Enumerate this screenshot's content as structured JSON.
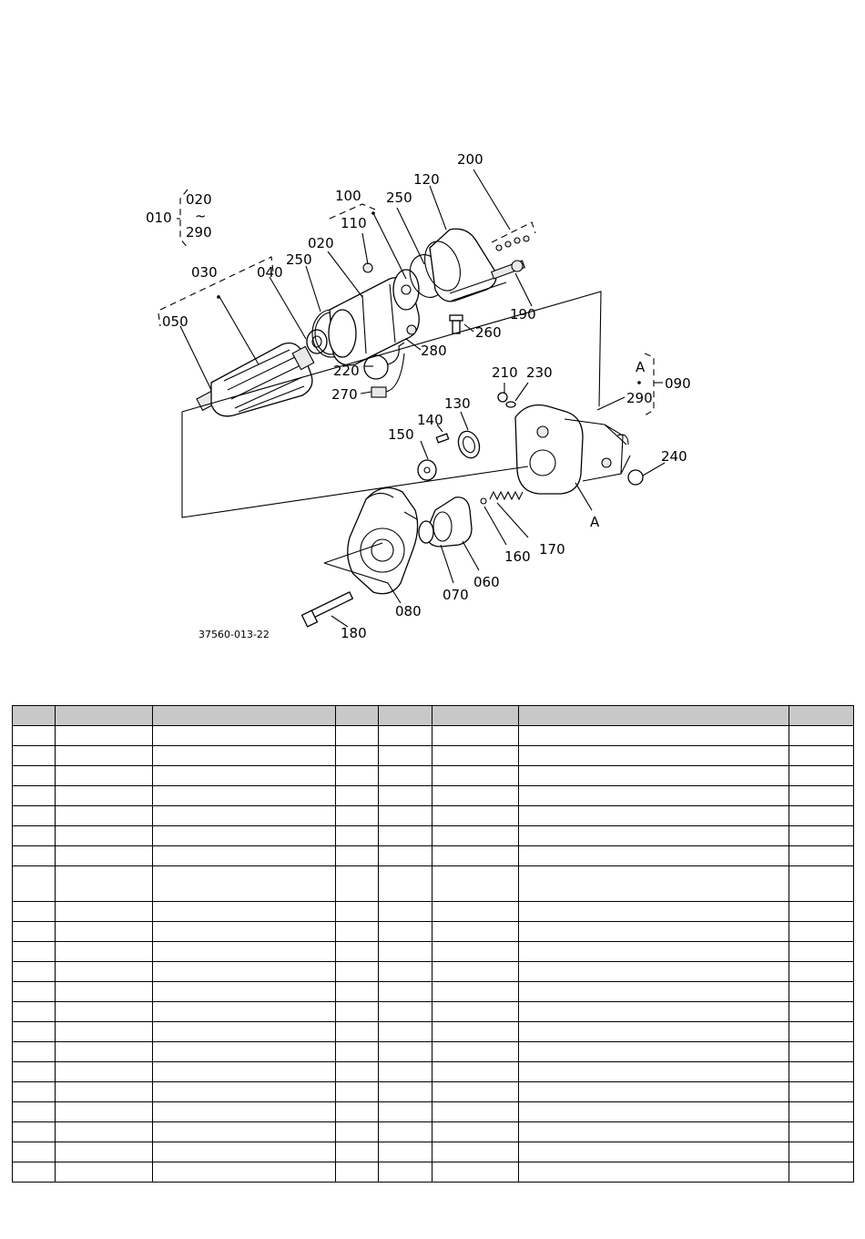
{
  "diagram": {
    "drawing_number": "37560-013-22",
    "callouts": {
      "c010": "010",
      "c020_range": "020",
      "tilde": "~",
      "c290_range": "290",
      "c030": "030",
      "c040": "040",
      "c050": "050",
      "c250a": "250",
      "c020": "020",
      "c100": "100",
      "c110": "110",
      "c250b": "250",
      "c120": "120",
      "c200": "200",
      "c190": "190",
      "c260": "260",
      "c280": "280",
      "c220": "220",
      "c270": "270",
      "c210": "210",
      "c230": "230",
      "c130": "130",
      "c140": "140",
      "c150": "150",
      "cA1": "A",
      "c090": "090",
      "c290": "290",
      "c240": "240",
      "cA2": "A",
      "c170": "170",
      "c160": "160",
      "c060": "060",
      "c070": "070",
      "c080": "080",
      "c180": "180"
    }
  },
  "table": {
    "header_cells": 8,
    "row_count": 22,
    "tall_row_index": 7
  }
}
